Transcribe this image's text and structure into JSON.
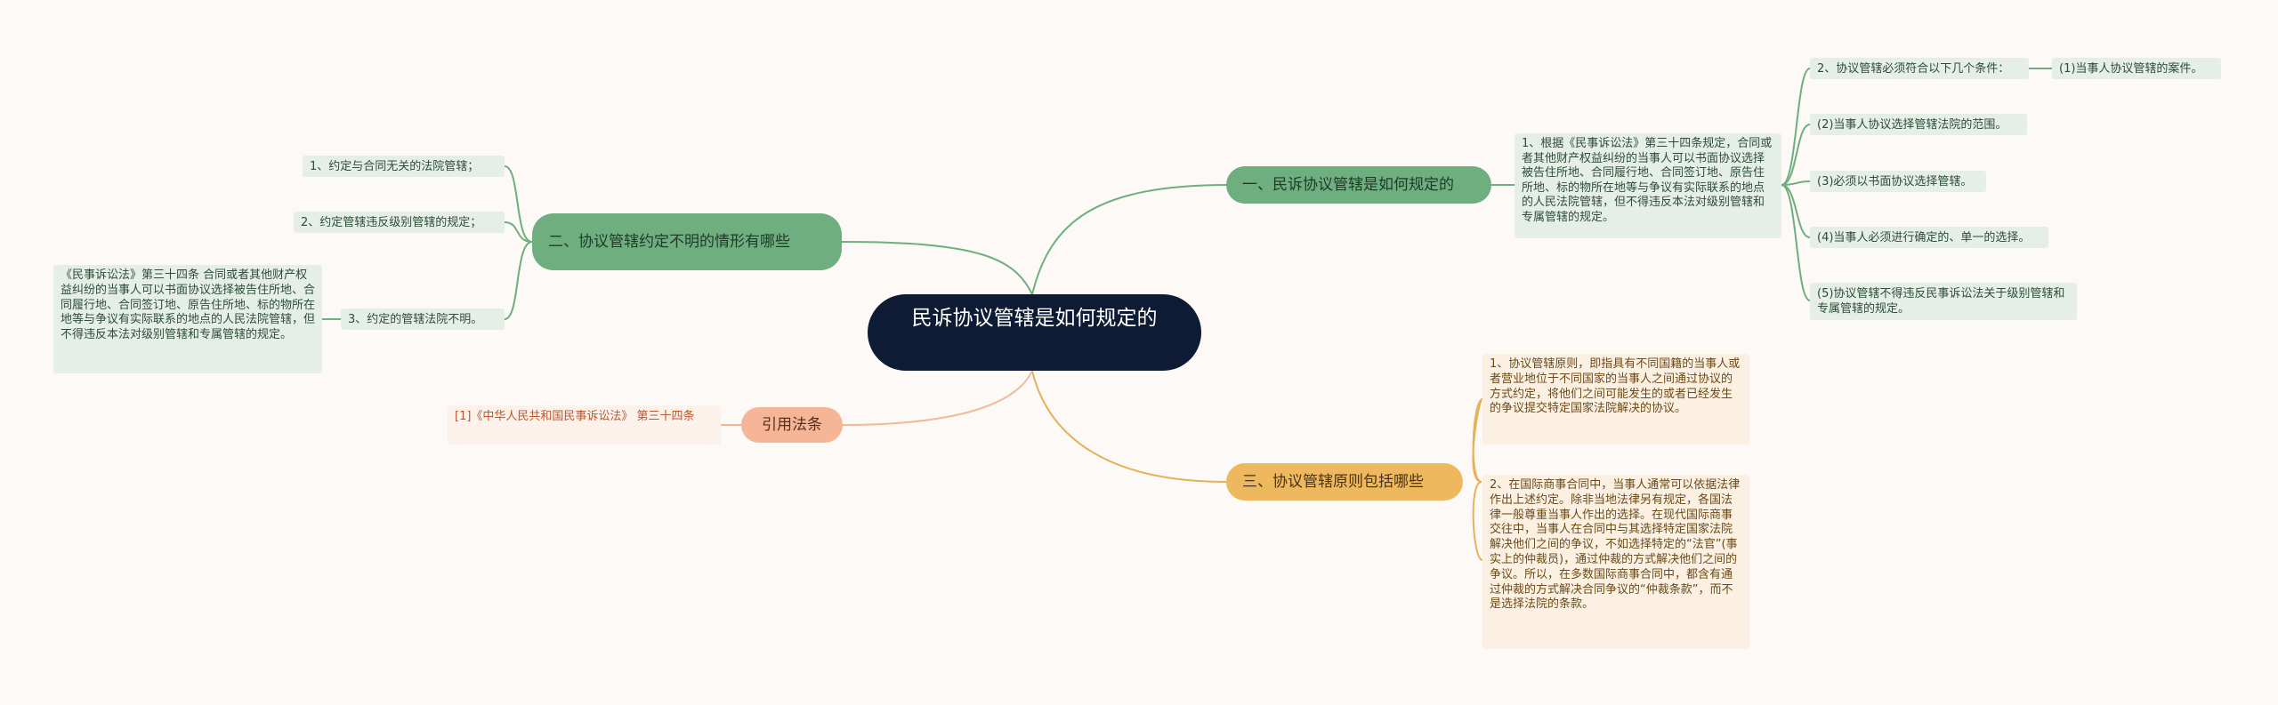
{
  "colors": {
    "background": "#fcf9f6",
    "root_bg": "#0e1b34",
    "green_branch": "#6fae7e",
    "green_leaf": "#e5efe8",
    "green_line": "#6fae7e",
    "orange_branch": "#edb85e",
    "orange_leaf": "#fbf0e2",
    "orange_line": "#e6b15a",
    "peach_branch": "#f6b596",
    "peach_leaf": "#fdf1ec",
    "peach_line": "#f2b89c"
  },
  "root": {
    "label": "民诉协议管辖是如何规定的"
  },
  "branch1": {
    "label": "一、民诉协议管辖是如何规定的",
    "detail": "1、根据《民事诉讼法》第三十四条规定，合同或者其他财产权益纠纷的当事人可以书面协议选择被告住所地、合同履行地、合同签订地、原告住所地、标的物所在地等与争议有实际联系的地点的人民法院管辖，但不得违反本法对级别管辖和专属管辖的规定。",
    "conditions_title": "2、协议管辖必须符合以下几个条件：",
    "condition1": "(1)当事人协议管辖的案件。",
    "condition2": "(2)当事人协议选择管辖法院的范围。",
    "condition3": "(3)必须以书面协议选择管辖。",
    "condition4": "(4)当事人必须进行确定的、单一的选择。",
    "condition5": "(5)协议管辖不得违反民事诉讼法关于级别管辖和专属管辖的规定。"
  },
  "branch2": {
    "label": "二、协议管辖约定不明的情形有哪些",
    "item1": "1、约定与合同无关的法院管辖；",
    "item2": "2、约定管辖违反级别管辖的规定；",
    "item3": "3、约定的管辖法院不明。",
    "item3_detail": "《民事诉讼法》第三十四条 合同或者其他财产权益纠纷的当事人可以书面协议选择被告住所地、合同履行地、合同签订地、原告住所地、标的物所在地等与争议有实际联系的地点的人民法院管辖，但不得违反本法对级别管辖和专属管辖的规定。"
  },
  "branch3": {
    "label": "三、协议管辖原则包括哪些",
    "item1": "1、协议管辖原则，即指具有不同国籍的当事人或者营业地位于不同国家的当事人之间通过协议的方式约定，将他们之间可能发生的或者已经发生的争议提交特定国家法院解决的协议。",
    "item2": "2、在国际商事合同中，当事人通常可以依据法律作出上述约定。除非当地法律另有规定，各国法律一般尊重当事人作出的选择。在现代国际商事交往中，当事人在合同中与其选择特定国家法院解决他们之间的争议，不如选择特定的“法官”(事实上的仲裁员)，通过仲裁的方式解决他们之间的争议。所以，在多数国际商事合同中，都含有通过仲裁的方式解决合同争议的“仲裁条款”，而不是选择法院的条款。"
  },
  "branch4": {
    "label": "引用法条",
    "item1": "[1]《中华人民共和国民事诉讼法》 第三十四条"
  }
}
